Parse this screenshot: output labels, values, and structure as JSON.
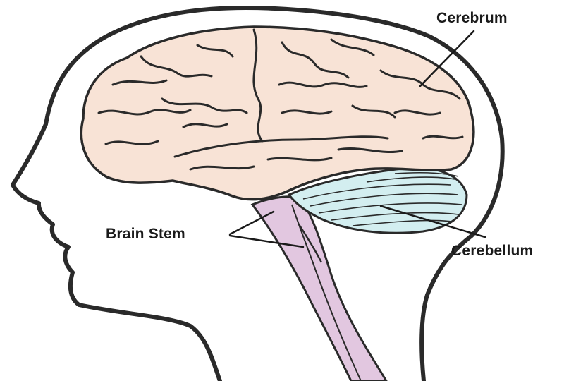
{
  "labels": {
    "cerebrum": "Cerebrum",
    "brain_stem": "Brain Stem",
    "cerebellum": "Cerebellum"
  },
  "colors": {
    "outline": "#2a2a2a",
    "cerebrum_fill": "#f8e3d6",
    "cerebellum_fill": "#d3eef0",
    "brain_stem_fill": "#e2c7e0",
    "background": "#ffffff"
  }
}
